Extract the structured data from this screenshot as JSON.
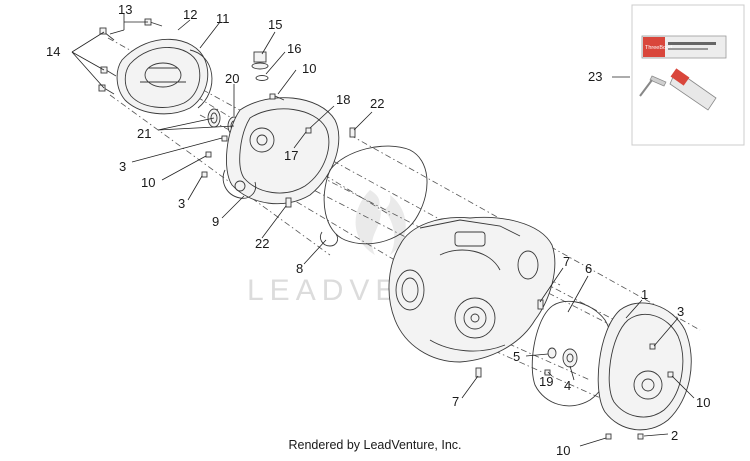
{
  "watermark": "LEADVENTURE",
  "footer": "Rendered by LeadVenture, Inc.",
  "inset_product_labels": [
    "ThreeBond"
  ],
  "callouts": {
    "n1": "1",
    "n2": "2",
    "n3a": "3",
    "n3b": "3",
    "n3c": "3",
    "n4": "4",
    "n5": "5",
    "n6": "6",
    "n7a": "7",
    "n7b": "7",
    "n8": "8",
    "n9": "9",
    "n10a": "10",
    "n10b": "10",
    "n10c": "10",
    "n10d": "10",
    "n11": "11",
    "n12": "12",
    "n13": "13",
    "n14": "14",
    "n15": "15",
    "n16": "16",
    "n17": "17",
    "n18": "18",
    "n19": "19",
    "n20": "20",
    "n21": "21",
    "n22a": "22",
    "n22b": "22",
    "n23": "23"
  }
}
